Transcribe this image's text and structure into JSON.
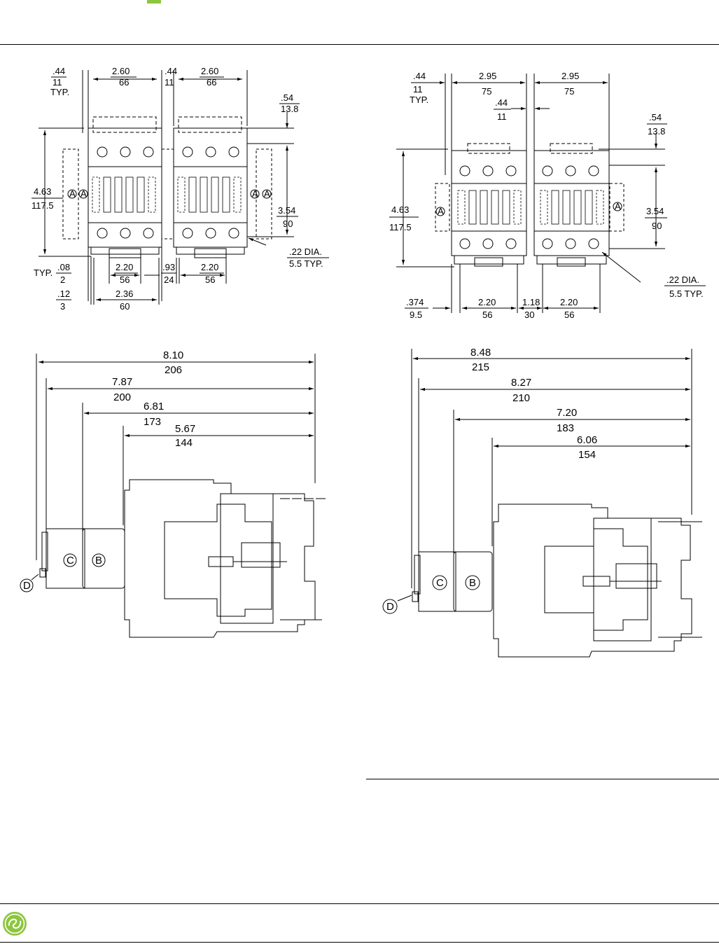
{
  "view_a": {
    "dims": {
      "typ_gap": {
        "in": ".44",
        "mm": "11",
        "typ": "TYP."
      },
      "width1": {
        "in": "2.60",
        "mm": "66"
      },
      "gap_mid": {
        "in": ".44",
        "mm": "11"
      },
      "width2": {
        "in": "2.60",
        "mm": "66"
      },
      "top_offset": {
        "in": ".54",
        "mm": "13.8"
      },
      "height_total": {
        "in": "4.63",
        "mm": "117.5"
      },
      "height_mount": {
        "in": "3.54",
        "mm": "90"
      },
      "hole": {
        "in": ".22 DIA.",
        "mm": "5.5  TYP."
      },
      "small_gap": {
        "typ": "TYP.",
        "in": ".08",
        "mm": "2"
      },
      "mount1": {
        "in": "2.20",
        "mm": "56"
      },
      "mount_gap": {
        "in": ".93",
        "mm": "24"
      },
      "mount2": {
        "in": "2.20",
        "mm": "56"
      },
      "edge": {
        "in": ".12",
        "mm": "3"
      },
      "base": {
        "in": "2.36",
        "mm": "60"
      }
    },
    "labels": {
      "a": "A"
    }
  },
  "view_b": {
    "dims": {
      "typ_gap": {
        "in": ".44",
        "mm": "11",
        "typ": "TYP."
      },
      "width1": {
        "in": "2.95",
        "mm": "75"
      },
      "width2": {
        "in": "2.95",
        "mm": "75"
      },
      "gap_mid": {
        "in": ".44",
        "mm": "11"
      },
      "top_offset": {
        "in": ".54",
        "mm": "13.8"
      },
      "height_total": {
        "in": "4.63",
        "mm": "117.5"
      },
      "height_mount": {
        "in": "3.54",
        "mm": "90"
      },
      "hole": {
        "in": ".22 DIA.",
        "mm": "5.5 TYP."
      },
      "edge": {
        "in": ".374",
        "mm": "9.5"
      },
      "mount1": {
        "in": "2.20",
        "mm": "56"
      },
      "mount_gap": {
        "in": "1.18",
        "mm": "30"
      },
      "mount2": {
        "in": "2.20",
        "mm": "56"
      }
    },
    "labels": {
      "a": "A"
    }
  },
  "view_c": {
    "dims": [
      {
        "in": "8.10",
        "mm": "206"
      },
      {
        "in": "7.87",
        "mm": "200"
      },
      {
        "in": "6.81",
        "mm": "173"
      },
      {
        "in": "5.67",
        "mm": "144"
      }
    ],
    "labels": {
      "b": "B",
      "c": "C",
      "d": "D"
    }
  },
  "view_d": {
    "dims": [
      {
        "in": "8.48",
        "mm": "215"
      },
      {
        "in": "8.27",
        "mm": "210"
      },
      {
        "in": "7.20",
        "mm": "183"
      },
      {
        "in": "6.06",
        "mm": "154"
      }
    ],
    "labels": {
      "b": "B",
      "c": "C",
      "d": "D"
    }
  },
  "footer": {
    "logo_icon": "ge-logo-icon",
    "accent_color": "#8dc63f"
  }
}
